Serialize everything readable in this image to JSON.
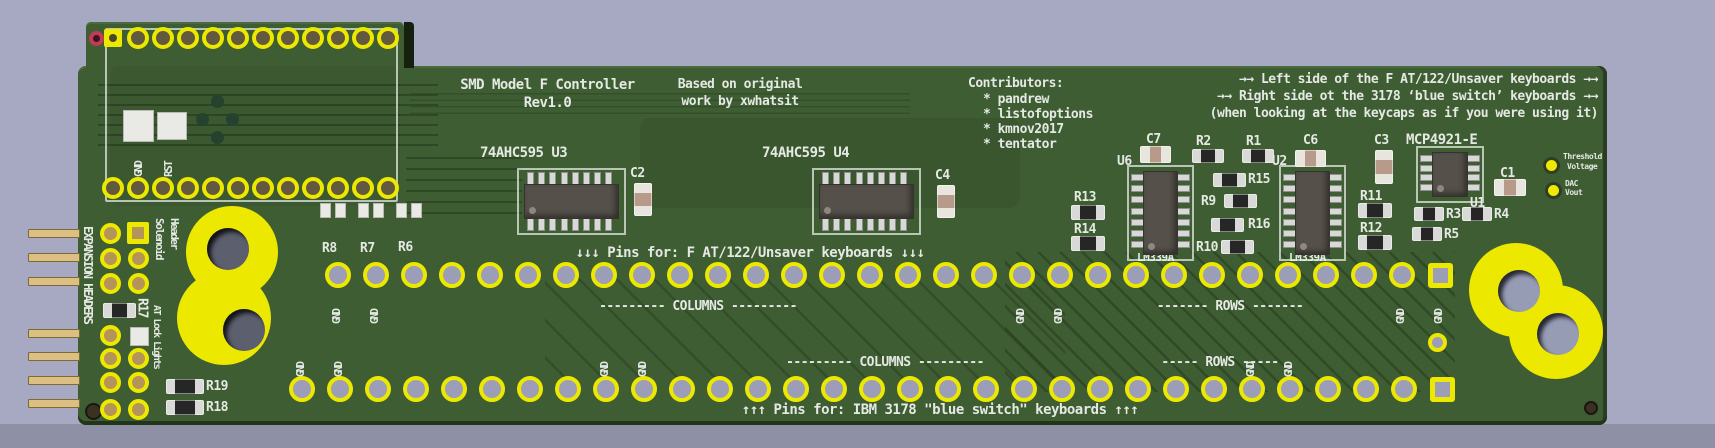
{
  "titles": {
    "name": "SMD Model F Controller",
    "revision": "Rev1.0",
    "credit1": "Based on original",
    "credit2": "work by xwhatsit",
    "contributors_heading": "Contributors:",
    "contributors": [
      "* pandrew",
      "* listofoptions",
      "* kmnov2017",
      "* tentator"
    ],
    "note1": "→→ Left side of the F AT/122/Unsaver keyboards →→",
    "note2": "→→ Right side ot the 3178 ‘blue switch’ keyboards →→",
    "note3": "(when looking at the keycaps as if you were using it)"
  },
  "connector_labels": {
    "top_pins_note": "↓↓↓ Pins for: F AT/122/Unsaver keyboards ↓↓↓",
    "bottom_pins_note": "↑↑↑ Pins for: IBM 3178 \"blue switch\" keyboards ↑↑↑",
    "columns_top": "--------- COLUMNS ---------",
    "columns_bottom": "--------- COLUMNS ---------",
    "rows_top": "------- ROWS -------",
    "rows_bottom": "----- ROWS -----",
    "gnd": "GND"
  },
  "left_edge": {
    "expansion_headers": "EXPANSION HEADERS",
    "solenoid_line1": "Solenoid",
    "solenoid_line2": "Header",
    "at_lock_lights": "AT Lock Lights",
    "module_gnd": "GND",
    "module_rst": "RST"
  },
  "components": {
    "u3_label": "74AHC595 U3",
    "u4_label": "74AHC595 U4",
    "mcp_label": "MCP4921-E",
    "lm339a_left": "LM339A",
    "lm339a_right": "LM339A",
    "refs": [
      "C2",
      "C4",
      "C7",
      "R2",
      "R1",
      "C6",
      "C3",
      "U6",
      "U2",
      "R13",
      "R14",
      "R15",
      "R9",
      "R16",
      "R10",
      "R11",
      "R12",
      "U1",
      "R3",
      "R4",
      "R5",
      "C1",
      "R8",
      "R7",
      "R6",
      "R17",
      "R19",
      "R18"
    ]
  },
  "test_points": {
    "tp1_line1": "Threshold",
    "tp1_line2": "Voltage",
    "tp2_line1": "DAC",
    "tp2_line2": "Vout"
  },
  "colors": {
    "background": "#a7a9c2",
    "background_shadow": "#8e90a6",
    "board_green": "#3f5d33",
    "silkscreen": "#e4e9e3",
    "pad_yellow": "#ece800",
    "hole_gray": "#9b9eb6",
    "gold_finger": "#dcc083",
    "chip_body": "#55504a",
    "resistor_body": "#2a2a2a",
    "cap_center": "#b79a8a",
    "red_hole": "#c23a55"
  }
}
